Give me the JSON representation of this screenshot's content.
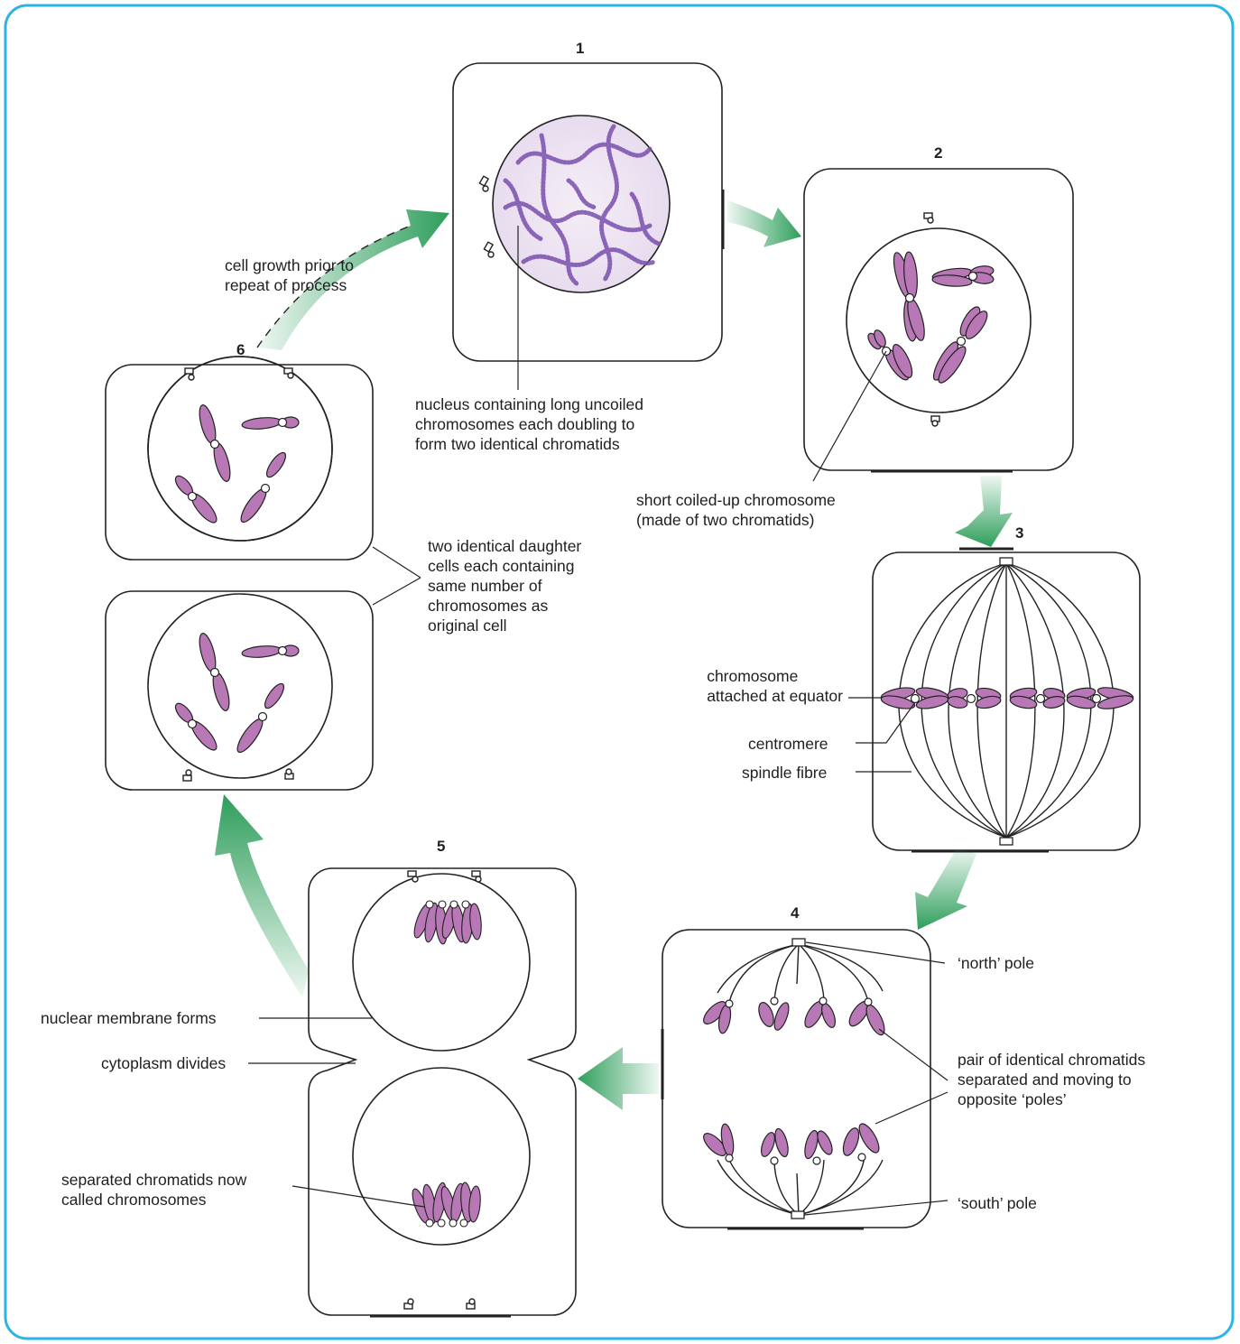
{
  "stages": {
    "s1": "1",
    "s2": "2",
    "s3": "3",
    "s4": "4",
    "s5": "5",
    "s6": "6"
  },
  "labels": {
    "growth": [
      "cell growth prior to",
      "repeat of process"
    ],
    "nucleus": [
      "nucleus containing long uncoiled",
      "chromosomes each doubling to",
      "form two identical chromatids"
    ],
    "short_chromosome": [
      "short coiled-up chromosome",
      "(made of two chromatids)"
    ],
    "daughter_cells": [
      "two identical daughter",
      "cells each containing",
      "same number of",
      "chromosomes as",
      "original cell"
    ],
    "chromosome_equator": [
      "chromosome",
      "attached at equator"
    ],
    "centromere": "centromere",
    "spindle_fibre": "spindle fibre",
    "north_pole": "‘north’ pole",
    "south_pole": "‘south’ pole",
    "chromatid_pair": [
      "pair of identical chromatids",
      "separated and moving to",
      "opposite ‘poles’"
    ],
    "nuclear_membrane": "nuclear membrane forms",
    "cytoplasm": "cytoplasm divides",
    "separated": [
      "separated chromatids now",
      "called chromosomes"
    ]
  },
  "colors": {
    "frame": "#29b6e6",
    "chromosome": "#b778b5",
    "arrow": "#2e9e5b",
    "chromatin": "#7a4fae"
  }
}
